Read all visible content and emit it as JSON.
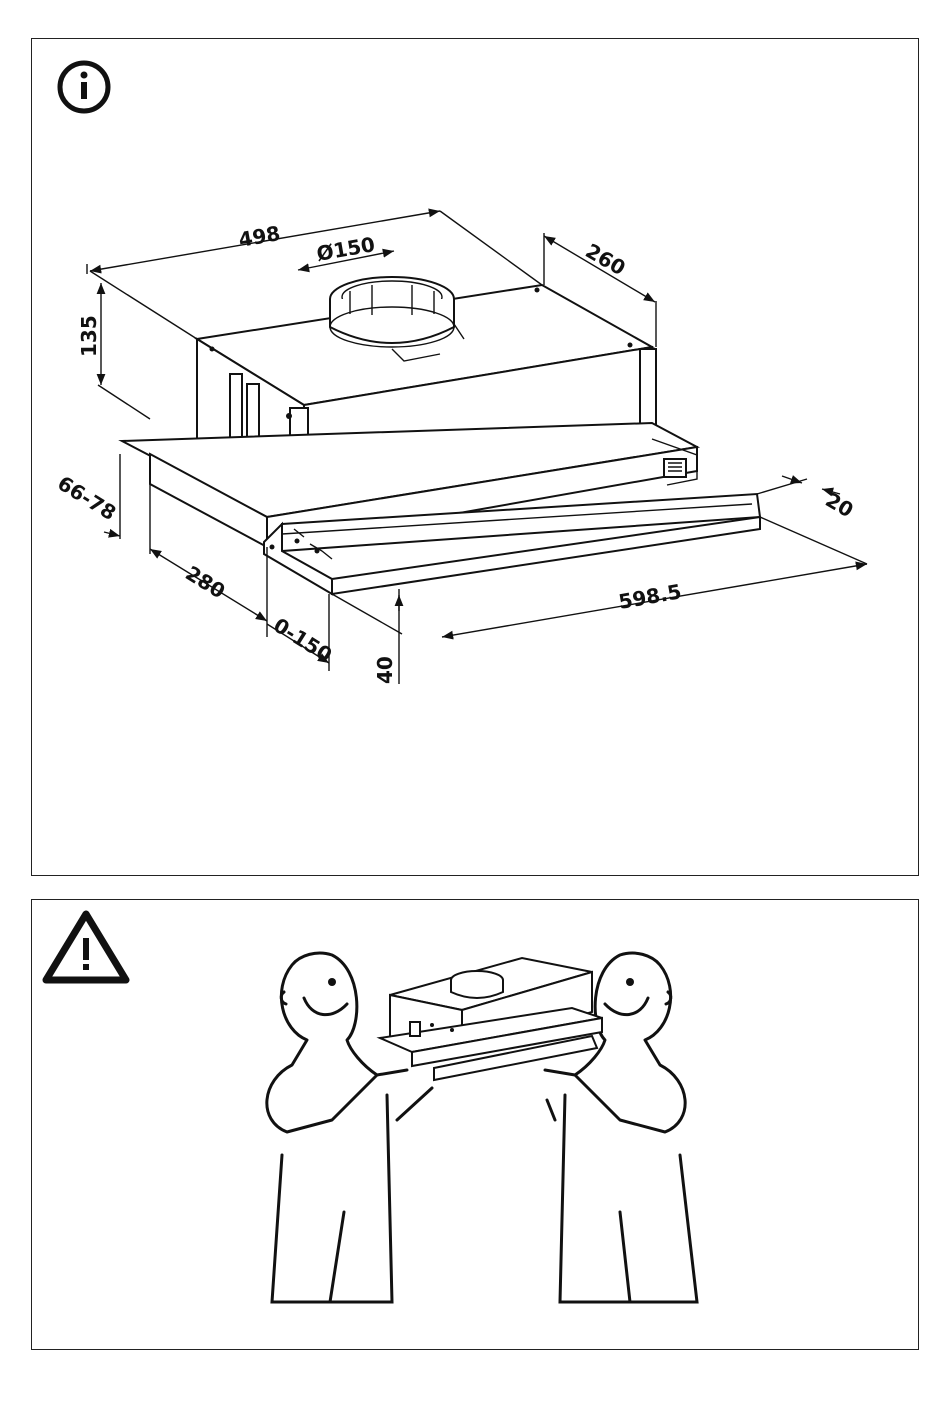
{
  "info_panel": {
    "icon": "info-icon",
    "dimensions": {
      "width_top": "498",
      "duct_diameter": "Ø150",
      "depth_top": "260",
      "height": "135",
      "side_offset": "66-78",
      "depth_bottom": "280",
      "extension": "0-150",
      "front_height": "40",
      "total_width": "598.5",
      "front_lip": "20"
    }
  },
  "warning_panel": {
    "icon": "warning-triangle-icon",
    "illustration": "two-person-lift"
  }
}
